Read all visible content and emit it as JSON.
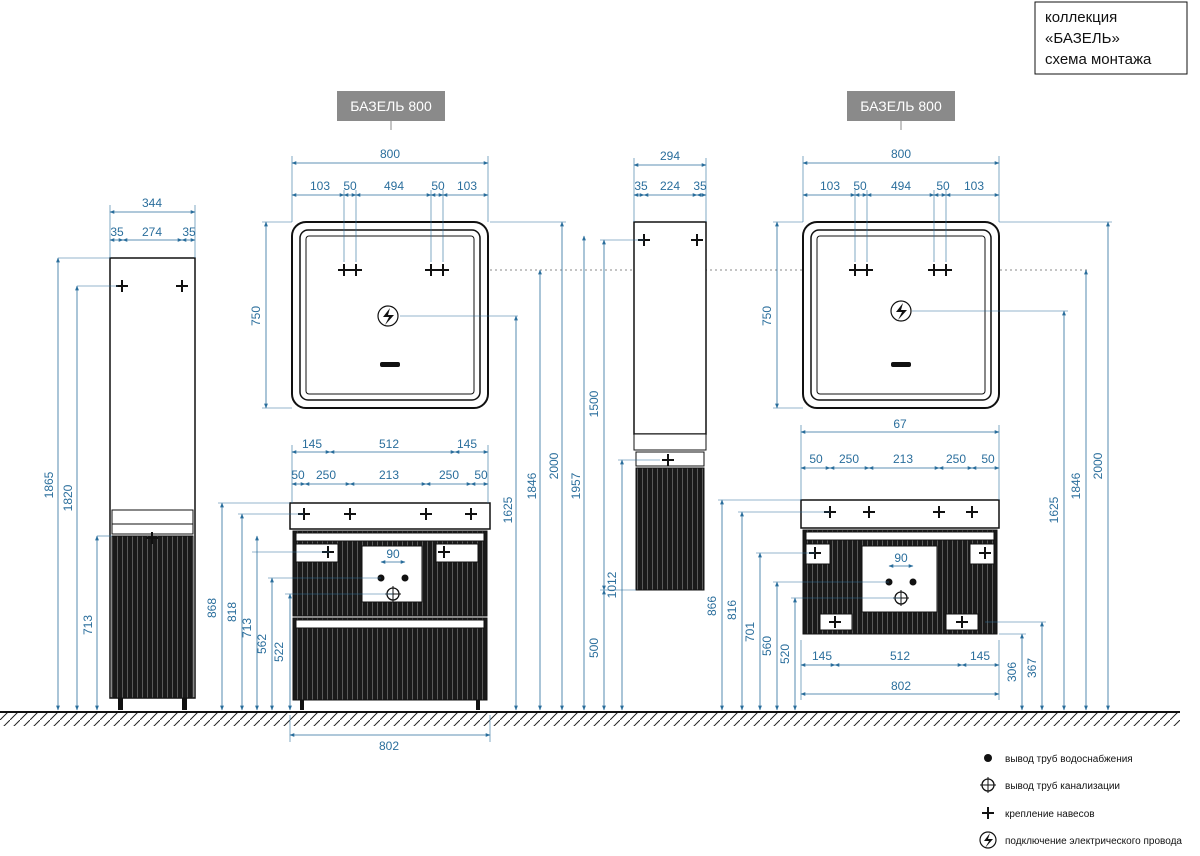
{
  "title": {
    "line1": "коллекция",
    "line2": "«БАЗЕЛЬ»",
    "line3": "схема монтажа"
  },
  "tags": {
    "left": "БАЗЕЛЬ 800",
    "right": "БАЗЕЛЬ 800"
  },
  "legend": [
    {
      "icon": "water-supply-icon",
      "label": "вывод труб водоснабжения"
    },
    {
      "icon": "sewer-outlet-icon",
      "label": "вывод труб канализации"
    },
    {
      "icon": "mount-cross-icon",
      "label": "крепление навесов"
    },
    {
      "icon": "lightning-icon",
      "label": "подключение электрического провода"
    }
  ],
  "colors": {
    "dimension": "#2a6e9c",
    "tag": "#8a8a8a",
    "line": "#111111"
  },
  "dims": {
    "tall_344": "344",
    "tall_35a": "35",
    "tall_274": "274",
    "tall_35b": "35",
    "tall_1865": "1865",
    "tall_1820": "1820",
    "tall_713": "713",
    "m1_800": "800",
    "m1_103a": "103",
    "m1_50a": "50",
    "m1_494": "494",
    "m1_50b": "50",
    "m1_103b": "103",
    "m1_750": "750",
    "c1_145a": "145",
    "c1_512": "512",
    "c1_145b": "145",
    "c1_50a": "50",
    "c1_250a": "250",
    "c1_213": "213",
    "c1_250b": "250",
    "c1_50b": "50",
    "c1_90": "90",
    "c1_868": "868",
    "c1_818": "818",
    "c1_713": "713",
    "c1_562": "562",
    "c1_522": "522",
    "c1_802": "802",
    "c1_1625": "1625",
    "c1_1846": "1846",
    "c1_2000": "2000",
    "c1_1957": "1957",
    "p_294": "294",
    "p_35a": "35",
    "p_224": "224",
    "p_35b": "35",
    "p_1500": "1500",
    "p_1012": "1012",
    "p_500": "500",
    "m2_800": "800",
    "m2_103a": "103",
    "m2_50a": "50",
    "m2_494": "494",
    "m2_50b": "50",
    "m2_103b": "103",
    "m2_750": "750",
    "c2_67": "67",
    "c2_50a": "50",
    "c2_250a": "250",
    "c2_213": "213",
    "c2_250b": "250",
    "c2_50b": "50",
    "c2_90": "90",
    "c2_866": "866",
    "c2_816": "816",
    "c2_701": "701",
    "c2_560": "560",
    "c2_520": "520",
    "c2_145a": "145",
    "c2_512": "512",
    "c2_145b": "145",
    "c2_802": "802",
    "c2_306": "306",
    "c2_367": "367",
    "c2_1625": "1625",
    "c2_1846": "1846",
    "c2_2000": "2000"
  }
}
